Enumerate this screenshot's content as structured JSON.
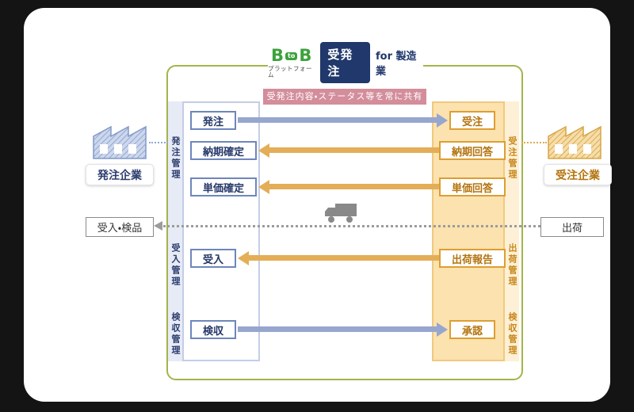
{
  "logo": {
    "b_left": "B",
    "to": "to",
    "b_right": "B",
    "platform": "プラットフォーム",
    "product": "受発注",
    "for_label": "for 製造業"
  },
  "banner": {
    "text": "受発注内容・ステータス等を常に共有"
  },
  "companies": {
    "left": {
      "name": "発注企業"
    },
    "right": {
      "name": "受注企業"
    }
  },
  "left_panel": {
    "sections": [
      {
        "label": "発注管理"
      },
      {
        "label": "受入管理"
      },
      {
        "label": "検収管理"
      }
    ],
    "boxes": [
      {
        "label": "発注"
      },
      {
        "label": "納期確定"
      },
      {
        "label": "単価確定"
      },
      {
        "label": "受入"
      },
      {
        "label": "検収"
      }
    ]
  },
  "right_panel": {
    "sections": [
      {
        "label": "受注管理"
      },
      {
        "label": "出荷管理"
      },
      {
        "label": "検収管理"
      }
    ],
    "boxes": [
      {
        "label": "受注"
      },
      {
        "label": "納期回答"
      },
      {
        "label": "単価回答"
      },
      {
        "label": "出荷報告"
      },
      {
        "label": "承認"
      }
    ]
  },
  "logistics": {
    "left_box": "受入・検品",
    "right_box": "出荷"
  },
  "colors": {
    "panel_green": "#a4b44c",
    "banner_pink": "#d38d9b",
    "logo_green": "#3ca23c",
    "navy": "#20386b",
    "blue_border": "#6e86bb",
    "blue_arrow": "#97a6cf",
    "orange_border": "#dd9e33",
    "orange_text": "#b4740e",
    "orange_arrow": "#e3ae57",
    "orange_fill": "#fbe2ae",
    "gray_line": "#9c9c9c"
  }
}
